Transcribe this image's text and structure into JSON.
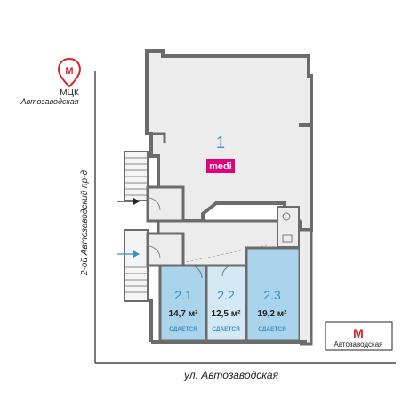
{
  "metro_top": {
    "line": "МЦК",
    "station": "Автозаводская",
    "logo": "M"
  },
  "street_left": "2-ой Автозаводский пр-д",
  "street_bottom": "ул. Автозаводская",
  "main_room": {
    "number": "1",
    "tenant": "medi"
  },
  "units": [
    {
      "number": "2.1",
      "area": "14,7 м²",
      "status": "СДАЕТСЯ"
    },
    {
      "number": "2.2",
      "area": "12,5 м²",
      "status": "СДАЕТСЯ"
    },
    {
      "number": "2.3",
      "area": "19,2 м²",
      "status": "СДАЕТСЯ"
    }
  ],
  "metro_bottom": {
    "logo": "M",
    "station": "Автозаводская"
  },
  "colors": {
    "wall": "#6b6b6b",
    "room_fill": "#e9e9e9",
    "unit_fill": "#a9d4ec",
    "unit_fill_light": "#cfe7f4",
    "unit_text": "#3a8fc4",
    "metro_red": "#d8232a",
    "tenant_brand": "#e2007a",
    "entrance_blue": "#3a8fc4"
  },
  "icons": [
    "metro-pin-icon",
    "metro-logo-icon",
    "entrance-arrow-icon",
    "staircase-icon"
  ]
}
